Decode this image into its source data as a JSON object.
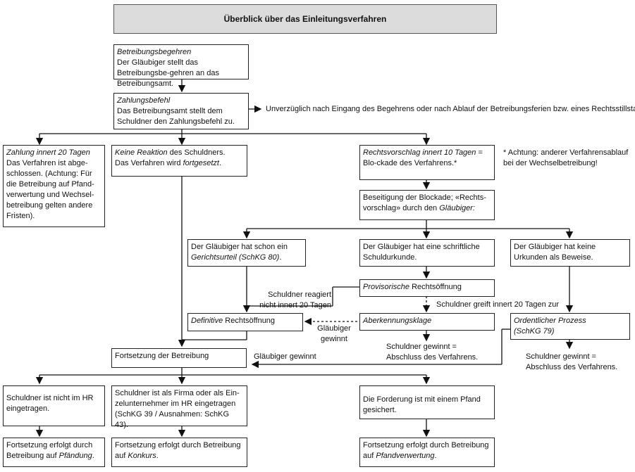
{
  "title": "Überblick über das Einleitungsverfahren",
  "boxes": {
    "begehren": {
      "head": "Betreibungsbegehren",
      "text": "Der Gläubiger stellt das Betreibungsbe-gehren an das Betreibungsamt."
    },
    "zahlungsbefehl": {
      "head": "Zahlungsbefehl",
      "text": "Das Betreibungsamt stellt dem Schuldner den Zahlungsbefehl zu."
    },
    "zahlung": {
      "head": "Zahlung innert 20 Tagen",
      "text": "Das Verfahren ist abge-schlossen. (Achtung: Für die Betreibung auf Pfand-verwertung und Wechsel-betreibung gelten andere Fristen)."
    },
    "keine": {
      "head": "Keine Reaktion",
      "text1": " des Schuldners.",
      "text2": "Das Verfahren wird ",
      "tail": "fortgesetzt",
      "end": "."
    },
    "rechtsvorschlag": {
      "head": "Rechtsvorschlag innert 10 Tagen",
      "text": " = Blo-ckade des Verfahrens.*"
    },
    "beseitigung": {
      "text": "Beseitigung der Blockade; «Rechts-vorschlag» durch den ",
      "tail": "Gläubiger:"
    },
    "urteil": {
      "text": "Der Gläubiger hat schon ein ",
      "tail": "Gerichtsurteil (SchKG 80)",
      "end": "."
    },
    "schuldurkunde": {
      "text": "Der Gläubiger hat eine schriftliche Schuldurkunde."
    },
    "keineUrkunde": {
      "text": "Der Gläubiger hat keine Urkunden als Beweise."
    },
    "provisorisch": {
      "head": "Provisorische",
      "text": " Rechtsöffnung"
    },
    "definitiv": {
      "head": "Definitive",
      "text": " Rechtsöffnung"
    },
    "aberkennung": {
      "head": "Aberkennungsklage"
    },
    "prozess": {
      "head": "Ordentlicher Prozess",
      "sub": "(SchKG 79)"
    },
    "fortsetzung": {
      "text": "Fortsetzung der Betreibung"
    },
    "nichtHR": {
      "text": "Schuldner ist nicht im HR eingetragen."
    },
    "firma": {
      "text": "Schuldner ist als Firma oder als Ein-zelunternehmer im HR eingetragen (SchKG 39 / Ausnahmen: SchKG 43)."
    },
    "pfand": {
      "text": "Die Forderung ist mit einem Pfand gesichert."
    },
    "pfaendung": {
      "text": "Fortsetzung erfolgt durch Betreibung auf ",
      "tail": "Pfändung",
      "end": "."
    },
    "konkurs": {
      "text": "Fortsetzung erfolgt durch Betreibung auf ",
      "tail": "Konkurs",
      "end": "."
    },
    "pfandverwertung": {
      "text": "Fortsetzung erfolgt durch Betreibung auf ",
      "tail": "Pfandverwertung",
      "end": "."
    }
  },
  "notes": {
    "unverzueglich": "Unverzüglich nach Eingang des Begehrens oder nach Ablauf der Betreibungsferien bzw. eines Rechtsstillstands",
    "achtung": "* Achtung: anderer Verfahrensablauf bei der Wechselbetreibung!",
    "reagiert": "Schuldner reagiert nicht innert 20 Tagen",
    "greift": "Schuldner greift innert 20 Tagen zur",
    "glaeubigerGewinnt1": "Gläubiger gewinnt",
    "glaeubigerGewinnt2": "Gläubiger gewinnt",
    "schuldnerGewinnt1": "Schuldner gewinnt = Abschluss des Verfahrens.",
    "schuldnerGewinnt2": "Schuldner gewinnt = Abschluss des Verfahrens."
  }
}
